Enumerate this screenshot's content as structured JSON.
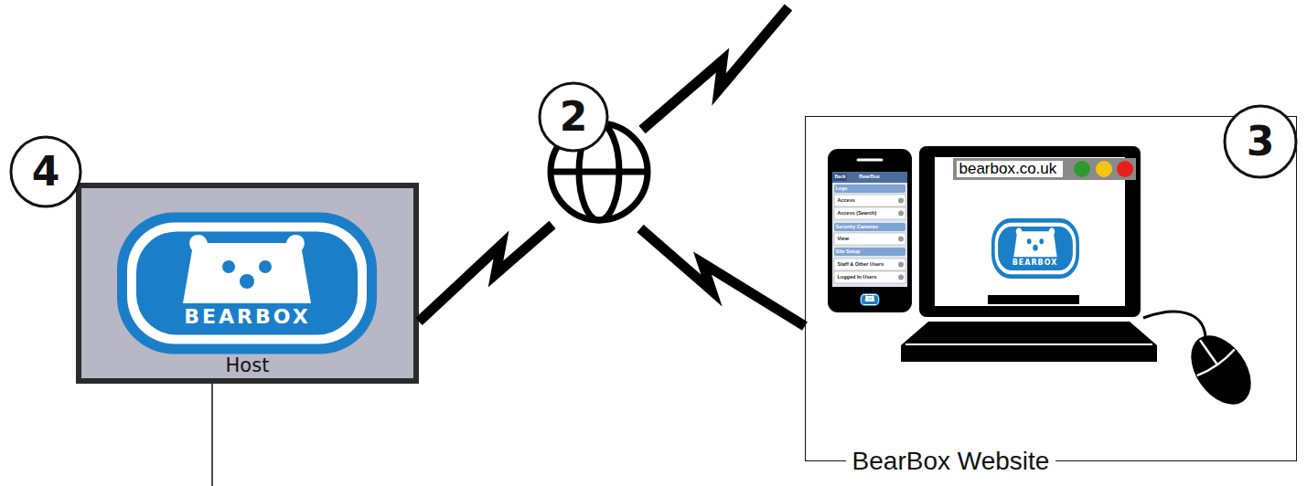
{
  "diagram": {
    "nodes": [
      {
        "text": [
          "BEARBOX",
          "Host"
        ]
      },
      {
        "text": [
          "BearBox Website"
        ]
      },
      {
        "text": [
          "Back",
          "BearBox",
          "Logs",
          "Access",
          "Access (Search)",
          "Security Cameras",
          "View",
          "Site Setup",
          "Staff & Other Users",
          "Logged In Users"
        ],
        "in": 1
      },
      {
        "text": [
          "bearbox.co.uk",
          "BEARBOX"
        ],
        "in": 1
      }
    ],
    "edges": [
      {
        "from": 0,
        "to": 1,
        "arrow": "none"
      }
    ],
    "labels": [
      "4",
      "2",
      "3"
    ]
  }
}
